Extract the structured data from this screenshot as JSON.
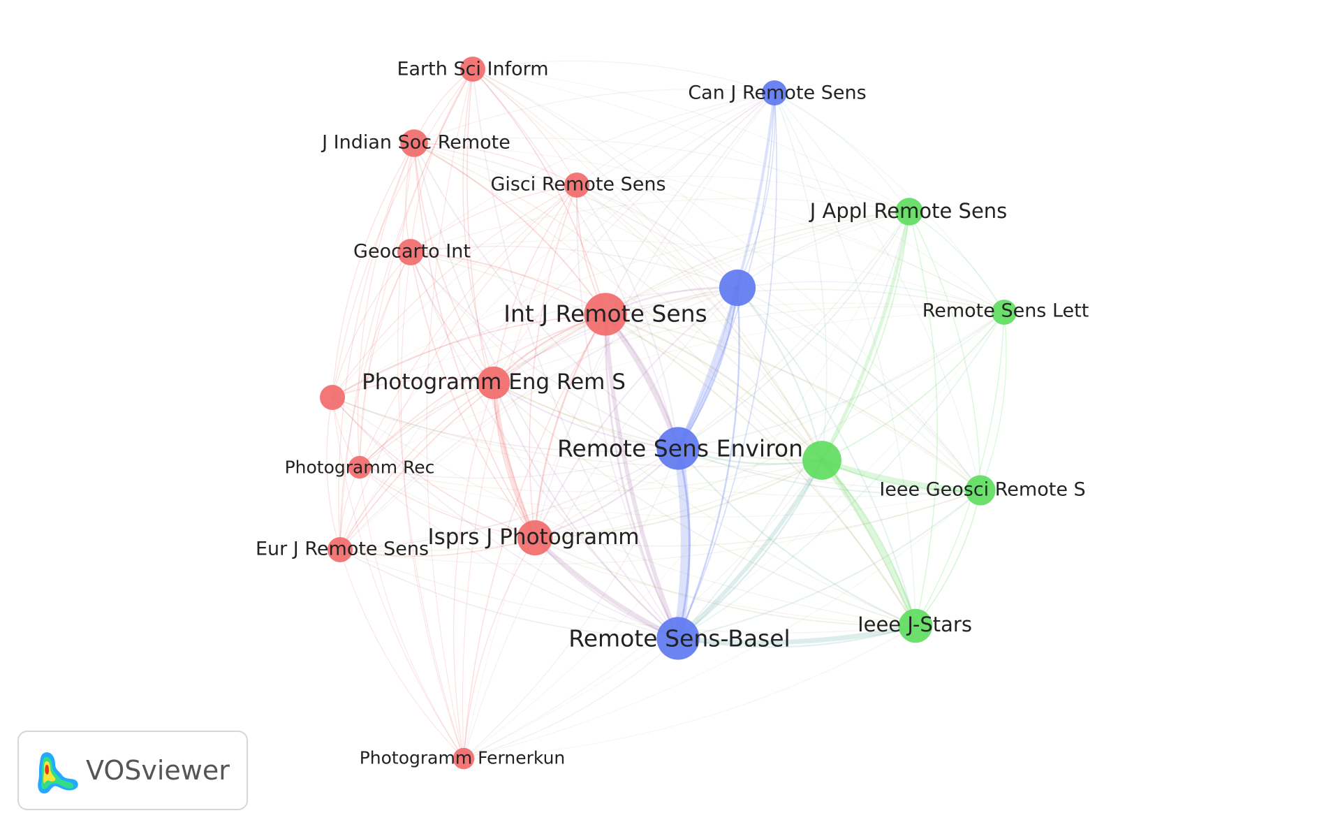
{
  "app": {
    "brand": "VOSviewer"
  },
  "palette": {
    "cluster_1": "#f26b6b",
    "cluster_2": "#5f79f0",
    "cluster_3": "#5fdc5f"
  },
  "network": {
    "nodes": [
      {
        "id": "earth-sci-inform",
        "label": "Earth Sci Inform",
        "cluster": 1,
        "size": 1
      },
      {
        "id": "j-indian-soc-remote",
        "label": "J Indian Soc Remote",
        "cluster": 1,
        "size": 1.2
      },
      {
        "id": "gisci-remote-sens",
        "label": "Gisci Remote Sens",
        "cluster": 1,
        "size": 1
      },
      {
        "id": "geocarto-int",
        "label": "Geocarto Int",
        "cluster": 1,
        "size": 1.1
      },
      {
        "id": "int-j-remote-sens",
        "label": "Int J Remote Sens",
        "cluster": 1,
        "size": 2.4
      },
      {
        "id": "photogramm-eng-rem-s",
        "label": "Photogramm Eng Rem S",
        "cluster": 1,
        "size": 1.6
      },
      {
        "id": "unlabeled-red",
        "label": "",
        "cluster": 1,
        "size": 1
      },
      {
        "id": "photogramm-rec",
        "label": "Photogramm Rec",
        "cluster": 1,
        "size": 0.8
      },
      {
        "id": "eur-j-remote-sens",
        "label": "Eur J Remote Sens",
        "cluster": 1,
        "size": 1
      },
      {
        "id": "isprs-j-photogramm",
        "label": "Isprs J Photogramm",
        "cluster": 1,
        "size": 1.8
      },
      {
        "id": "photogramm-fernerkun",
        "label": "Photogramm Fernerkun",
        "cluster": 1,
        "size": 0.7
      },
      {
        "id": "can-j-remote-sens",
        "label": "Can J Remote Sens",
        "cluster": 2,
        "size": 1
      },
      {
        "id": "unlabeled-blue",
        "label": "",
        "cluster": 2,
        "size": 1.9
      },
      {
        "id": "remote-sens-environ",
        "label": "Remote Sens Environ",
        "cluster": 2,
        "size": 2.4
      },
      {
        "id": "remote-sens-basel",
        "label": "Remote Sens-Basel",
        "cluster": 2,
        "size": 2.4
      },
      {
        "id": "j-appl-remote-sens",
        "label": "J Appl Remote Sens",
        "cluster": 3,
        "size": 1.2
      },
      {
        "id": "remote-sens-lett",
        "label": "Remote Sens Lett",
        "cluster": 3,
        "size": 1
      },
      {
        "id": "unlabeled-green",
        "label": "",
        "cluster": 3,
        "size": 2.1
      },
      {
        "id": "ieee-geosci-remote-s",
        "label": "Ieee Geosci Remote S",
        "cluster": 3,
        "size": 1.4
      },
      {
        "id": "ieee-j-stars",
        "label": "Ieee J-Stars",
        "cluster": 3,
        "size": 1.7
      }
    ]
  }
}
